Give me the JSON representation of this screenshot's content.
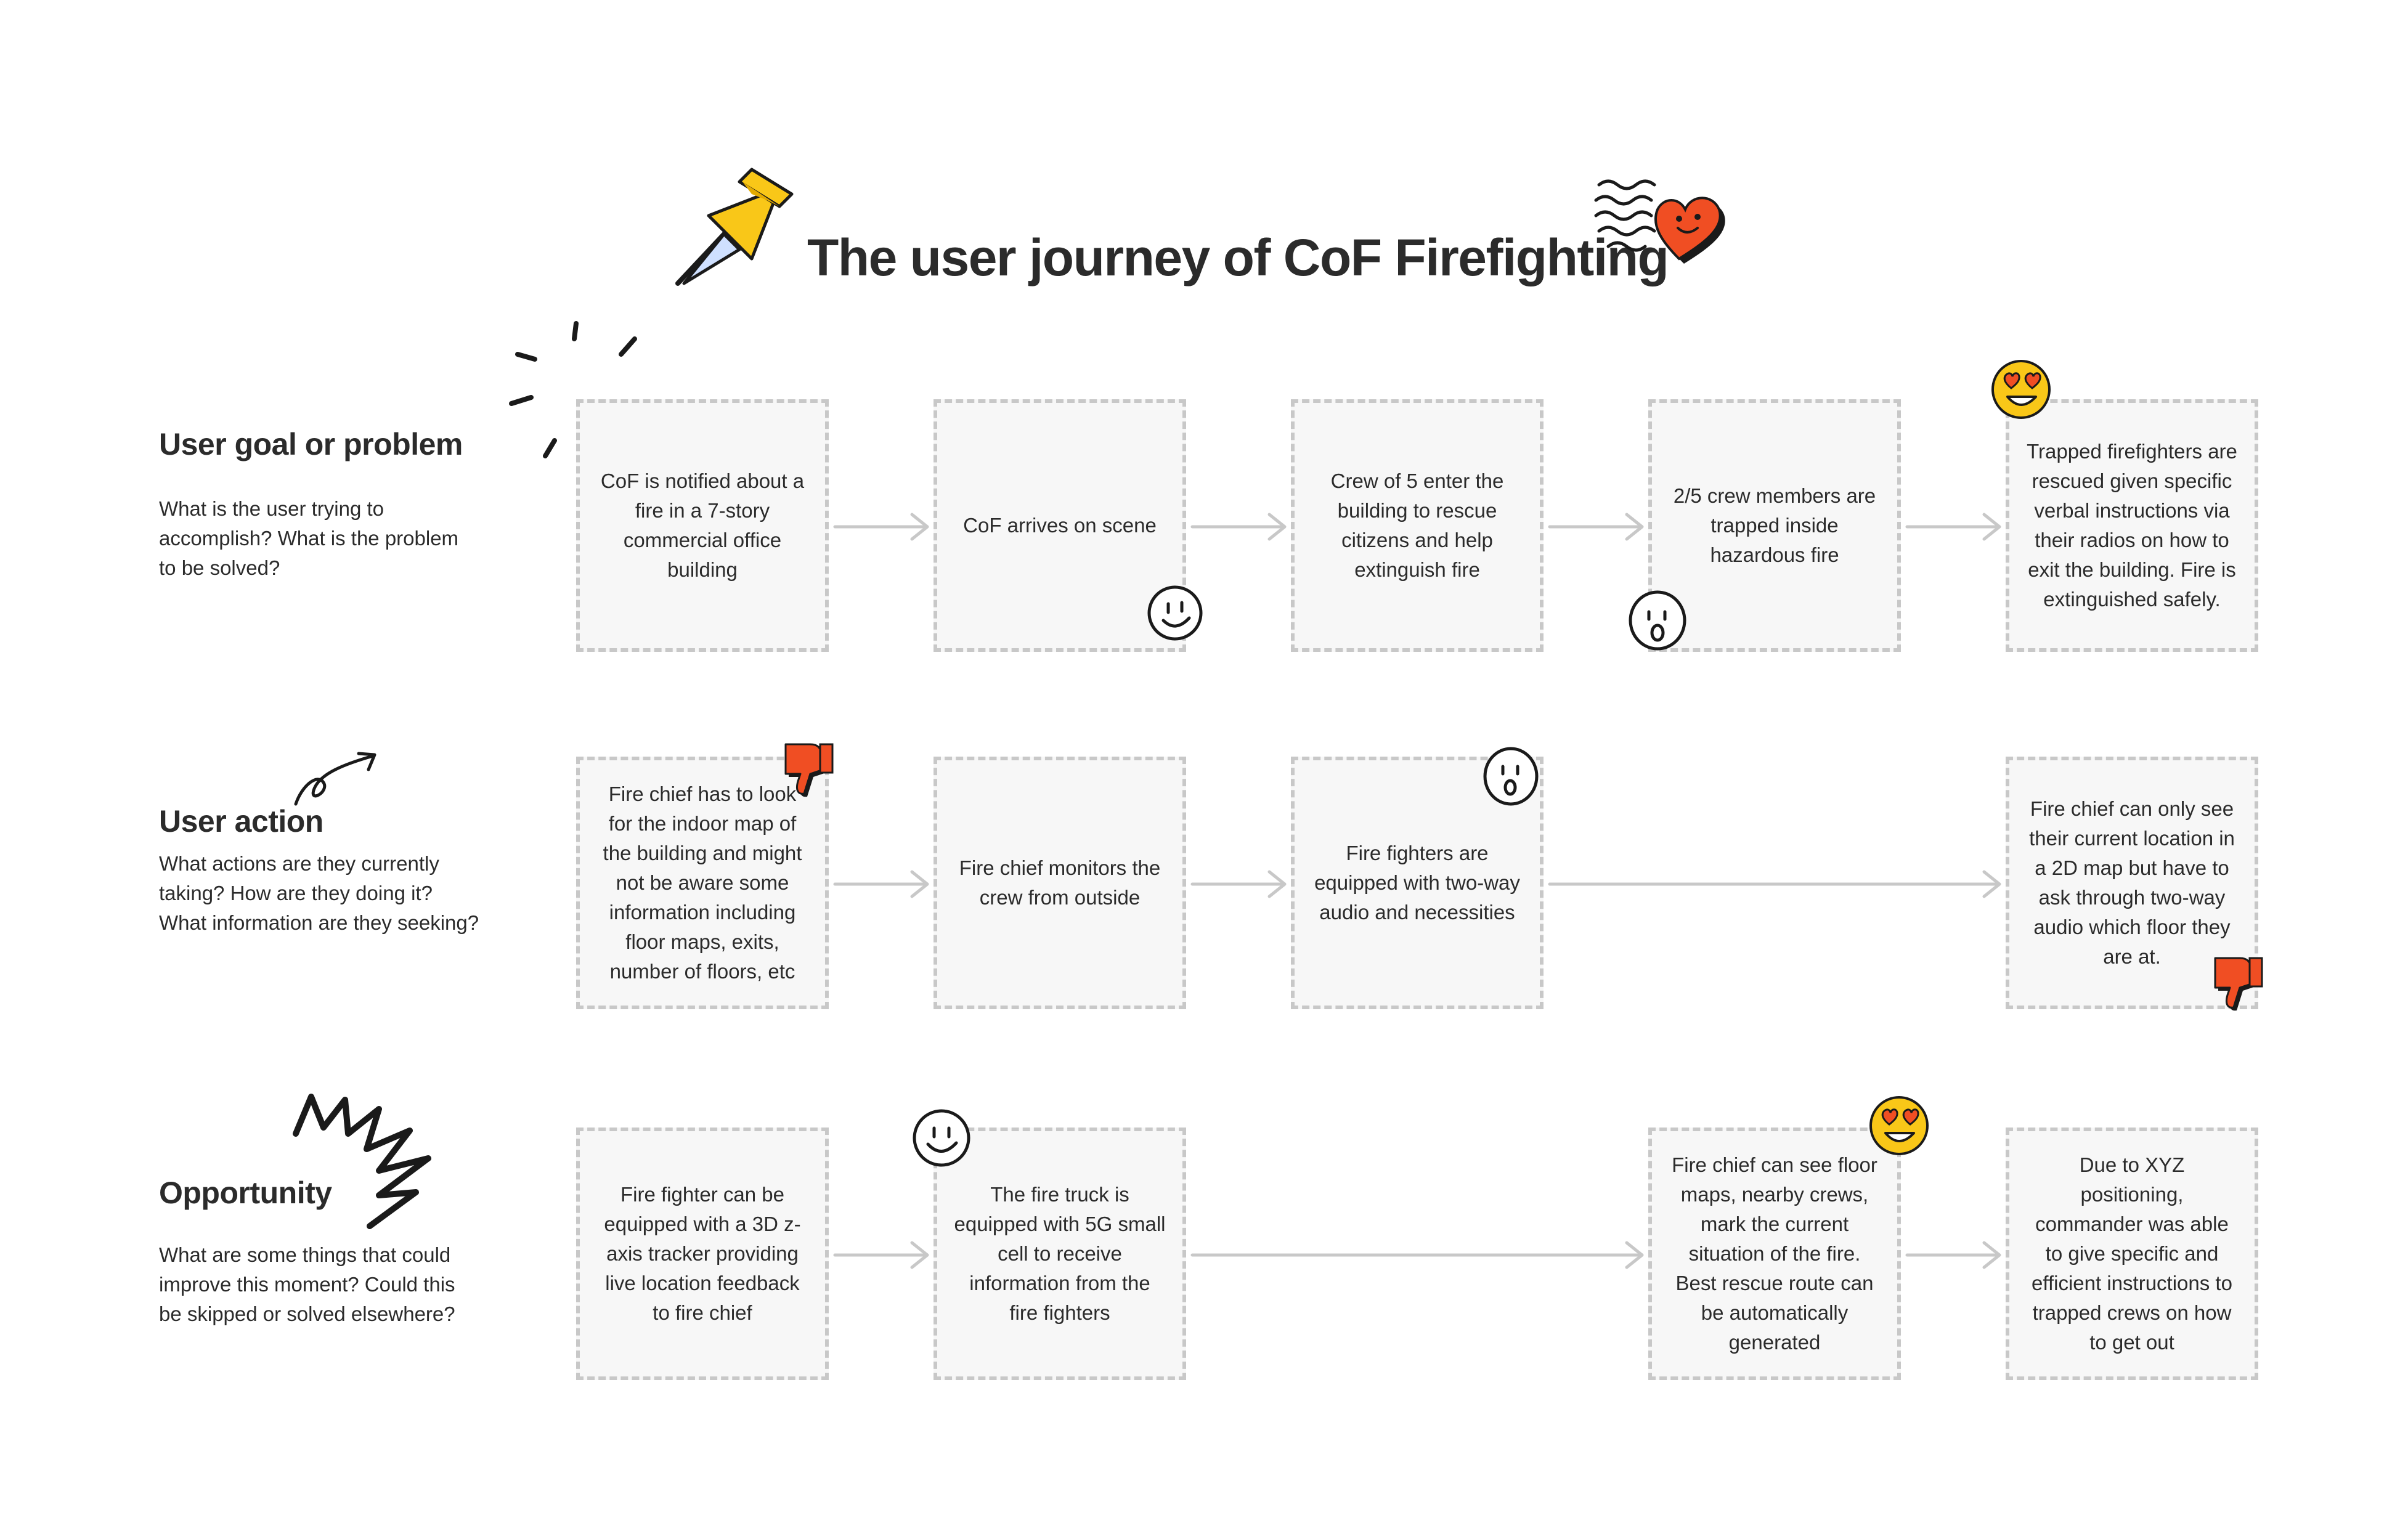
{
  "title": "The user journey of CoF Firefighting",
  "rows": [
    {
      "heading": "User goal or problem",
      "description": "What is the user trying to accomplish? What is the problem to be solved?"
    },
    {
      "heading": "User action",
      "description": "What actions are they currently taking? How are they doing it? What information are they seeking?"
    },
    {
      "heading": "Opportunity",
      "description": "What are some things that could improve this moment? Could this be skipped or solved elsewhere?"
    }
  ],
  "cards": {
    "goal": [
      "CoF is notified about a fire in a 7-story commercial office building",
      "CoF arrives on scene",
      "Crew of 5 enter the building to rescue citizens and help extinguish fire",
      "2/5 crew members are trapped inside hazardous fire",
      "Trapped firefighters are rescued given specific verbal instructions via their radios on how to exit the building. Fire is extinguished safely."
    ],
    "action": [
      "Fire chief has to look for the indoor map of the building and might not be aware some information including floor maps, exits, number of floors, etc",
      "Fire chief monitors the crew from outside",
      "Fire fighters are equipped with two-way audio and necessities",
      "Fire chief can only see their current location in a 2D map but have to ask through two-way audio which floor they are at."
    ],
    "opportunity": [
      "Fire fighter can be equipped with a 3D z-axis tracker providing live location feedback to fire chief",
      "The fire truck is equipped with 5G small cell to receive information from the fire fighters",
      "Fire chief can see floor maps, nearby crews, mark the current situation of the fire. Best rescue route can be automatically generated",
      "Due to XYZ positioning, commander was able to give specific and efficient instructions to trapped crews on how to get out"
    ]
  },
  "colors": {
    "card_border": "#c8c8c8",
    "card_fill": "#f7f7f7",
    "arrow": "#c8c8c8",
    "accent_red": "#f04e23",
    "accent_yellow": "#f9c718"
  },
  "stickers": [
    "pushpin-icon",
    "heart-stamp-icon",
    "smiley-icon",
    "surprised-face-icon",
    "heart-eyes-emoji",
    "thumbs-down-icon",
    "squiggle-doodle",
    "arrow-doodle",
    "burst-doodle"
  ]
}
